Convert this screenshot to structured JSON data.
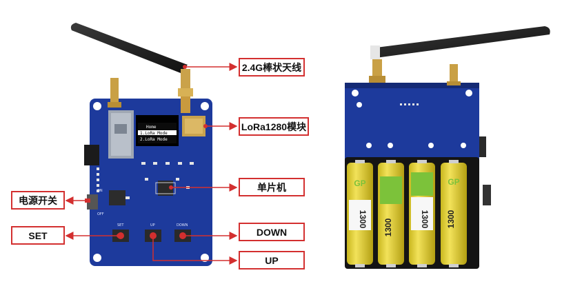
{
  "labels": {
    "antenna": "2.4G棒状天线",
    "lora_module": "LoRa1280模块",
    "mcu": "单片机",
    "power_switch": "电源开关",
    "set": "SET",
    "down": "DOWN",
    "up": "UP"
  },
  "oled": {
    "line1": "Home",
    "line2": "1.LoRa Mode",
    "line3": "2.LoRa Mode"
  },
  "silkscreen": {
    "set": "SET",
    "up": "UP",
    "down": "DOWN",
    "on": "ON",
    "off": "OFF"
  },
  "batteries": {
    "brand": "GP",
    "capacity": "1300",
    "count": 4
  },
  "colors": {
    "pcb": "#1d3a9c",
    "pcb_dark": "#142a75",
    "label_border": "#d32f2f",
    "arrow": "#d32f2f",
    "battery_yellow": "#e8d22a",
    "battery_green": "#7cc23a"
  }
}
